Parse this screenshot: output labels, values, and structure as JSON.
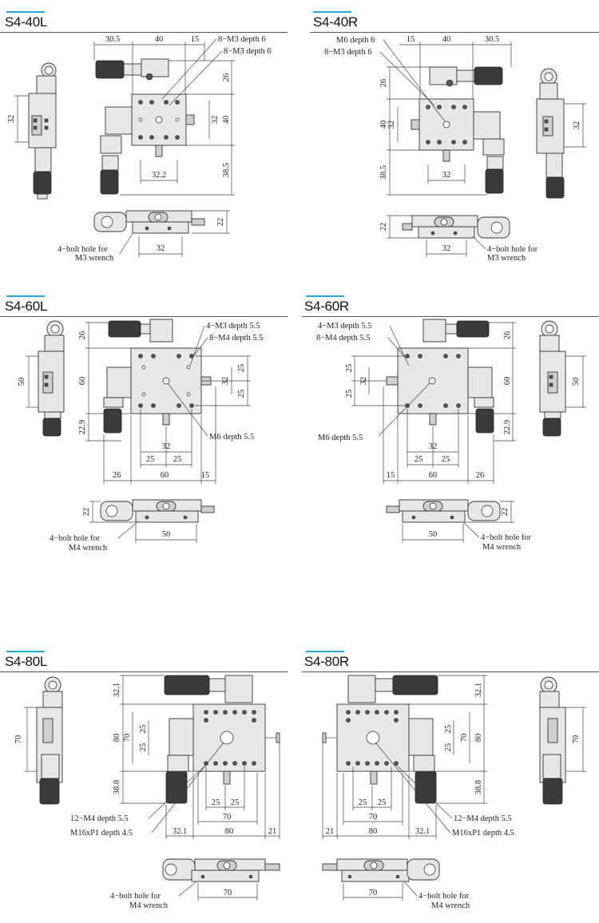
{
  "colors": {
    "accent": "#2aa6e0",
    "rule": "#555555",
    "part_fill": "#e7e7e7",
    "dark": "#3a3a3a"
  },
  "panels": {
    "s4_40l": {
      "title": "S4-40L",
      "dims": {
        "d1": "30.5",
        "d2": "40",
        "d3": "15",
        "d4": "26",
        "d5": "32",
        "d6": "40",
        "d7": "38.5",
        "d8": "32.2",
        "d9": "22",
        "d10": "32",
        "d11": "32"
      },
      "callouts": {
        "c1": "8−M3 depth 6",
        "c2": "8−M3 depth 6",
        "c3": "4−bolt hole for",
        "c4": "M3 wrench"
      }
    },
    "s4_40r": {
      "title": "S4-40R",
      "dims": {
        "d1": "15",
        "d2": "40",
        "d3": "30.5",
        "d4": "26",
        "d5": "40",
        "d6": "32",
        "d7": "38.5",
        "d8": "32",
        "d9": "22",
        "d10": "32",
        "d11": "32"
      },
      "callouts": {
        "c1": "M6 depth 6",
        "c2": "8−M3 depth 6",
        "c3": "4−bolt hole for",
        "c4": "M3 wrench"
      }
    },
    "s4_60l": {
      "title": "S4-60L",
      "dims": {
        "d1": "26",
        "d2": "60",
        "d3": "25",
        "d4": "25",
        "d5": "32",
        "d6": "22.9",
        "d7": "32",
        "d8": "25",
        "d9": "25",
        "d10": "26",
        "d11": "60",
        "d12": "15",
        "d13": "22",
        "d14": "50",
        "d15": "50"
      },
      "callouts": {
        "c1": "4−M3 depth 5.5",
        "c2": "8−M4 depth 5.5",
        "c3": "M6 depth 5.5",
        "c4": "4−bolt hole for",
        "c5": "M4 wrench"
      }
    },
    "s4_60r": {
      "title": "S4-60R",
      "dims": {
        "d1": "26",
        "d2": "60",
        "d3": "25",
        "d4": "25",
        "d5": "32",
        "d6": "22.9",
        "d7": "32",
        "d8": "25",
        "d9": "25",
        "d10": "15",
        "d11": "60",
        "d12": "26",
        "d13": "22",
        "d14": "50",
        "d15": "50"
      },
      "callouts": {
        "c1": "4−M3 depth 5.5",
        "c2": "8−M4 depth 5.5",
        "c3": "M6 depth 5.5",
        "c4": "4−bolt hole for",
        "c5": "M4 wrench"
      }
    },
    "s4_80l": {
      "title": "S4-80L",
      "dims": {
        "d1": "32.1",
        "d2": "80",
        "d3": "70",
        "d4": "25",
        "d5": "25",
        "d6": "38.8",
        "d7": "25",
        "d8": "25",
        "d9": "70",
        "d10": "32.1",
        "d11": "80",
        "d12": "21",
        "d13": "70",
        "d14": "70"
      },
      "callouts": {
        "c1": "12−M4 depth 5.5",
        "c2": "M16xP1 depth 4.5",
        "c3": "4−bolt hole for",
        "c4": "M4 wrench"
      }
    },
    "s4_80r": {
      "title": "S4-80R",
      "dims": {
        "d1": "32.1",
        "d2": "80",
        "d3": "70",
        "d4": "25",
        "d5": "25",
        "d6": "38.8",
        "d7": "25",
        "d8": "25",
        "d9": "70",
        "d10": "21",
        "d11": "80",
        "d12": "32.1",
        "d13": "70",
        "d14": "70"
      },
      "callouts": {
        "c1": "12−M4 depth 5.5",
        "c2": "M16xP1 depth 4.5",
        "c3": "4−bolt hole for",
        "c4": "M4 wrench"
      }
    }
  }
}
